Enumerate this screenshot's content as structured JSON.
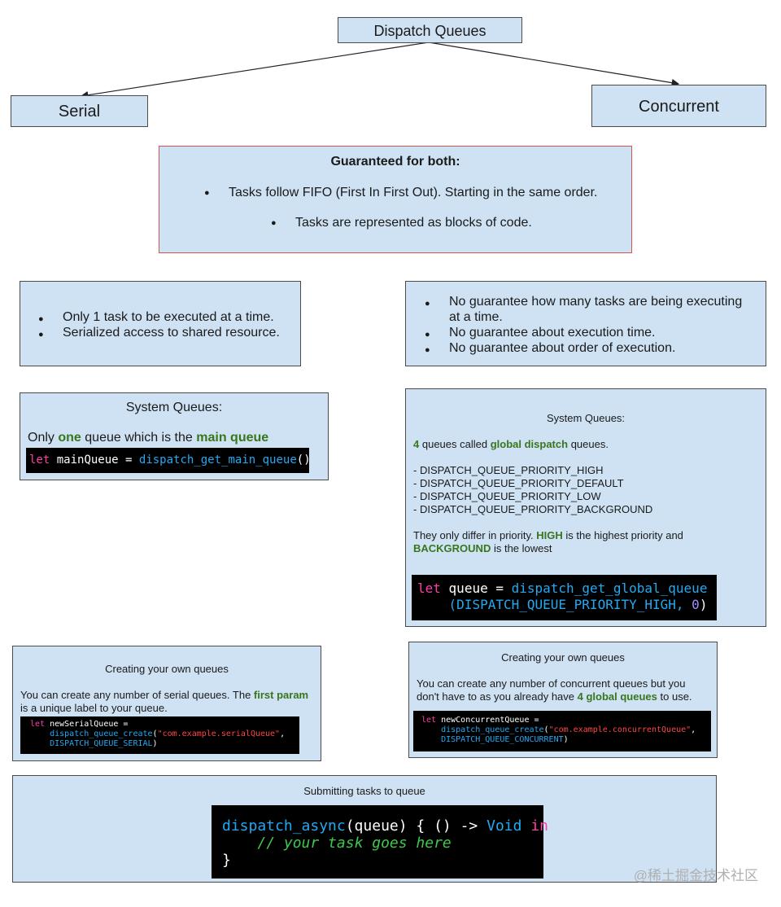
{
  "top": {
    "title": "Dispatch Queues"
  },
  "serial": {
    "title": "Serial"
  },
  "concurrent": {
    "title": "Concurrent"
  },
  "guaranteed": {
    "heading": "Guaranteed for both:",
    "items": [
      "Tasks follow FIFO (First In First Out). Starting in the same order.",
      "Tasks are represented as blocks of code."
    ]
  },
  "serial_props": {
    "items": [
      "Only 1 task to be executed at a time.",
      "Serialized access to shared resource."
    ]
  },
  "concurrent_props": {
    "items": [
      "No guarantee how many tasks are being executing at a time.",
      "No guarantee about execution time.",
      "No guarantee about order of execution."
    ]
  },
  "serial_system": {
    "title": "System Queues:",
    "text_pre": "Only",
    "text_one": "one",
    "text_mid": "queue which is the",
    "text_main": "main queue",
    "code": {
      "kw": "let",
      "var": "mainQueue =",
      "fn": "dispatch_get_main_queue",
      "tail": "()"
    }
  },
  "concurrent_system": {
    "title": "System Queues:",
    "line1_num": "4",
    "line1_mid": "queues called",
    "line1_bold": "global dispatch",
    "line1_end": "queues.",
    "priorities": [
      "- DISPATCH_QUEUE_PRIORITY_HIGH",
      "- DISPATCH_QUEUE_PRIORITY_DEFAULT",
      "- DISPATCH_QUEUE_PRIORITY_LOW",
      "- DISPATCH_QUEUE_PRIORITY_BACKGROUND"
    ],
    "diff_pre": "They only differ in priority.",
    "diff_high": "HIGH",
    "diff_mid": "is the highest priority and",
    "diff_bg": "BACKGROUND",
    "diff_end": "is the lowest",
    "code": {
      "kw": "let",
      "var": "queue =",
      "fn": "dispatch_get_global_queue",
      "open": "(",
      "arg": "DISPATCH_QUEUE_PRIORITY_HIGH",
      "comma": ",",
      "num": "0",
      "close": ")"
    }
  },
  "serial_create": {
    "title": "Creating your own queues",
    "text_pre": "You can create any number of serial queues. The",
    "text_bold": "first param",
    "text_end": "is a unique label to your queue.",
    "code": {
      "kw": "let",
      "var": "newSerialQueue =",
      "fn": "dispatch_queue_create",
      "open": "(",
      "str": "\"com.example.serialQueue\"",
      "comma": ",",
      "arg": "DISPATCH_QUEUE_SERIAL",
      "close": ")"
    }
  },
  "concurrent_create": {
    "title": "Creating your own queues",
    "text_pre": "You can create any number of concurrent queues but you don't have to as you already have",
    "text_bold": "4 global queues",
    "text_end": "to use.",
    "code": {
      "kw": "let",
      "var": "newConcurrentQueue =",
      "fn": "dispatch_queue_create",
      "open": "(",
      "str": "\"com.example.concurrentQueue\"",
      "comma": ",",
      "arg": "DISPATCH_QUEUE_CONCURRENT",
      "close": ")"
    }
  },
  "submit": {
    "title": "Submitting tasks to queue",
    "code": {
      "fn": "dispatch_async",
      "args": "(queue) { () ->",
      "type": "Void",
      "kw": "in",
      "comment": "// your task goes here",
      "close": "}"
    }
  },
  "watermark": "@稀土掘金技术社区"
}
